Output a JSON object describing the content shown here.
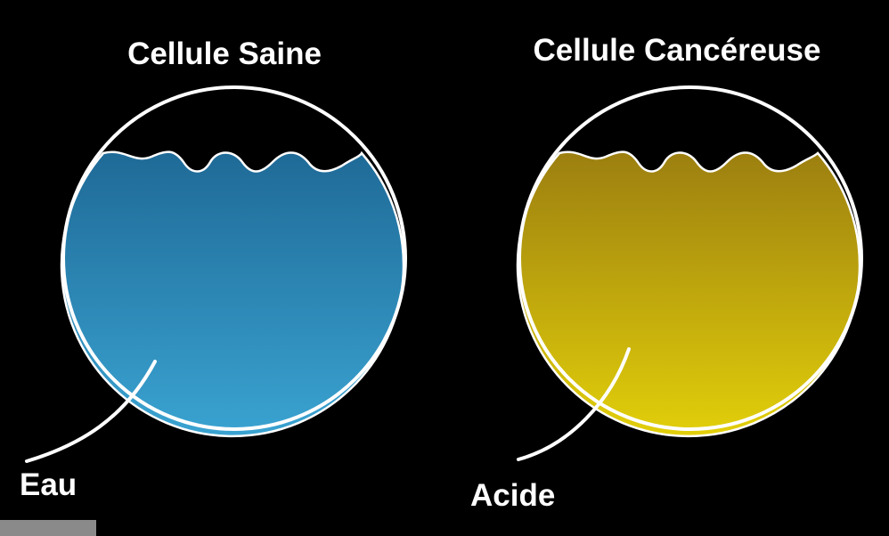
{
  "diagram": {
    "cells": [
      {
        "title": "Cellule Saine",
        "content_label": "Eau",
        "fill_top": "#1f6a97",
        "fill_bottom": "#3aa3d1"
      },
      {
        "title": "Cellule Cancéreuse",
        "content_label": "Acide",
        "fill_top": "#9c7f10",
        "fill_bottom": "#e2cf0a"
      }
    ],
    "outline_color": "#ffffff",
    "background_color": "#000000"
  }
}
